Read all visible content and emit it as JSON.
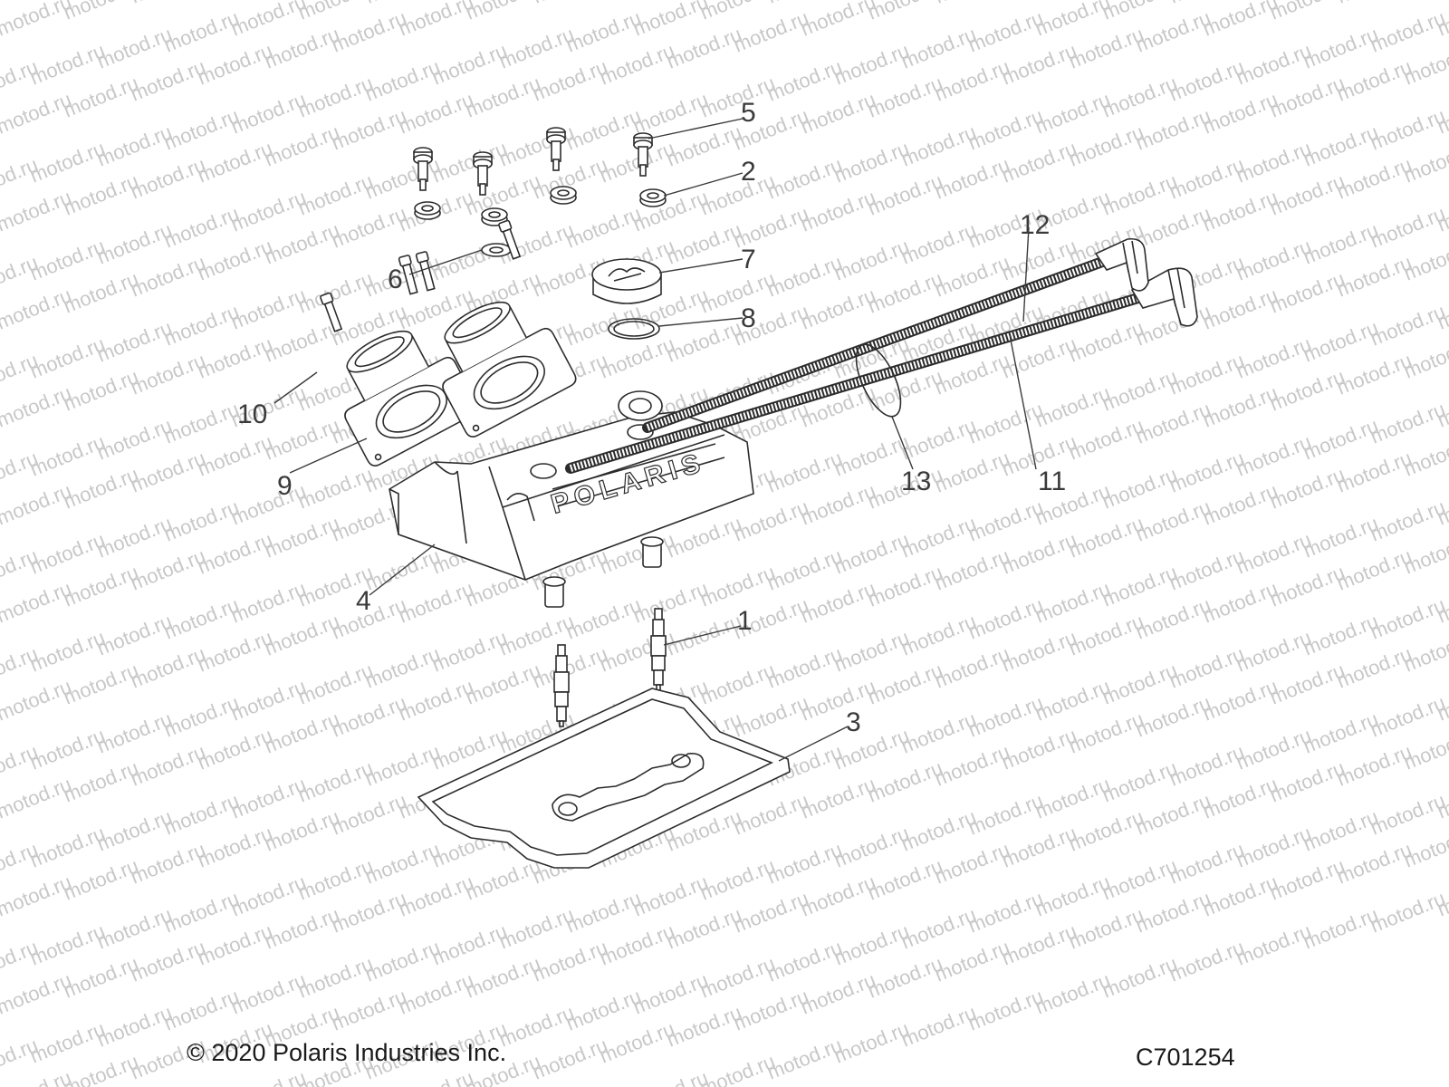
{
  "watermark_text": "motod.ru",
  "footer": {
    "copyright": "© 2020 Polaris Industries Inc.",
    "diagram_code": "C701254"
  },
  "cover_logo_text": "POLARIS",
  "callouts": {
    "c1": "1",
    "c2": "2",
    "c3": "3",
    "c4": "4",
    "c5": "5",
    "c6": "6",
    "c7": "7",
    "c8": "8",
    "c9": "9",
    "c10": "10",
    "c11": "11",
    "c12": "12",
    "c13": "13"
  }
}
